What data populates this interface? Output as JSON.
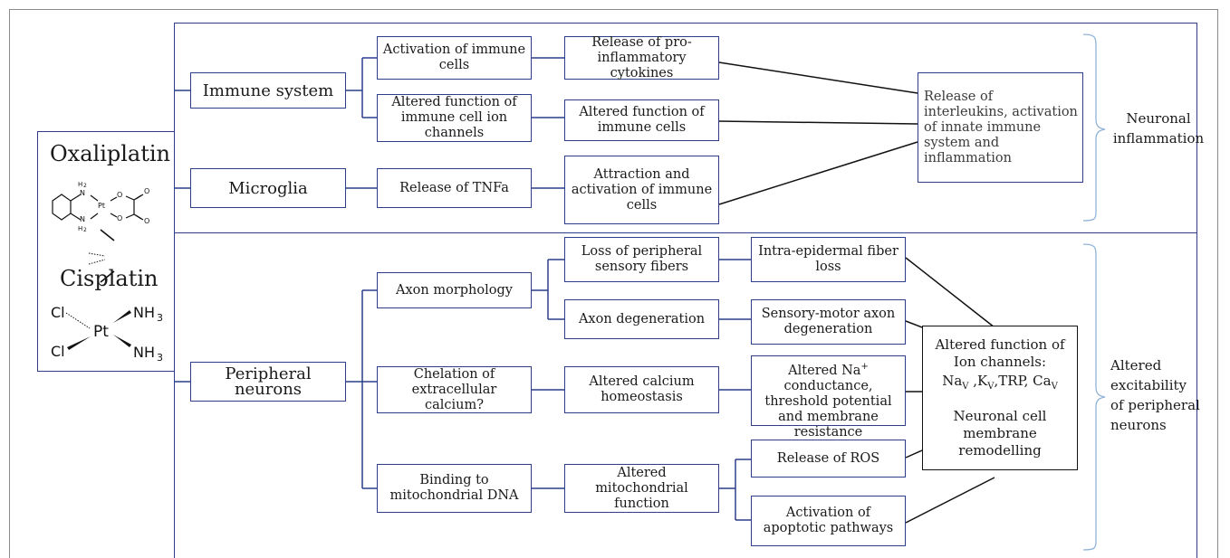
{
  "drugs": {
    "oxaliplatin": "Oxaliplatin",
    "oxaliplatin_atoms": {
      "n1": "N",
      "h1": "H",
      "two1": "2",
      "pt": "Pt",
      "o1": "O",
      "n2": "N",
      "h2": "H",
      "two2": "2",
      "o2": "O",
      "o3": "O",
      "o4": "O"
    },
    "cisplatin": "Cisplatin",
    "cisplatin_atoms": {
      "cl1": "Cl",
      "cl2": "Cl",
      "pt": "Pt",
      "nh3a": "NH",
      "nh3b": "NH",
      "three_a": "3",
      "three_b": "3"
    }
  },
  "inflammation": {
    "immune_system": "Immune system",
    "microglia": "Microglia",
    "activation_immune_cells": "Activation of immune cells",
    "altered_ion_channels": "Altered function of immune cell ion channels",
    "release_tnfa": "Release of TNFa",
    "release_cytokines": "Release of pro-inflammatory cytokines",
    "altered_immune_cells": "Altered function  of immune cells",
    "attraction_activation": "Attraction and activation of immune cells",
    "outcome": "Release of interleukins, activation of innate immune system and inflammation",
    "side_label": "Neuronal inflammation"
  },
  "excitability": {
    "peripheral_neurons": "Peripheral neurons",
    "axon_morphology": "Axon morphology",
    "chelation": "Chelation of extracellular calcium?",
    "binding_dna": "Binding to mitochondrial DNA",
    "loss_fibers": "Loss of peripheral sensory fibers",
    "axon_degeneration": "Axon degeneration",
    "altered_calcium": "Altered calcium homeostasis",
    "altered_mito": "Altered mitochondrial function",
    "intra_epidermal": "Intra-epidermal fiber loss",
    "sensory_motor": "Sensory-motor axon degeneration",
    "na_conductance_a": "Altered Na",
    "na_conductance_sup": "+",
    "na_conductance_b": "conductance, threshold potential and membrane resistance",
    "release_ros": "Release of ROS",
    "apoptotic": "Activation of apoptotic pathways",
    "outcome_title": "Altered function of Ion channels:",
    "channels": {
      "na": "Na",
      "k": "K",
      "trp": ",TRP, ",
      "ca": "Ca",
      "sub": "V",
      "sep": " ,"
    },
    "outcome_remodel": "Neuronal cell membrane remodelling",
    "side_label": "Altered excitability of peripheral neurons"
  },
  "colors": {
    "box_border": "#2c3e8c",
    "bracket": "#8fb3d9",
    "outcome_border": "#111111"
  }
}
